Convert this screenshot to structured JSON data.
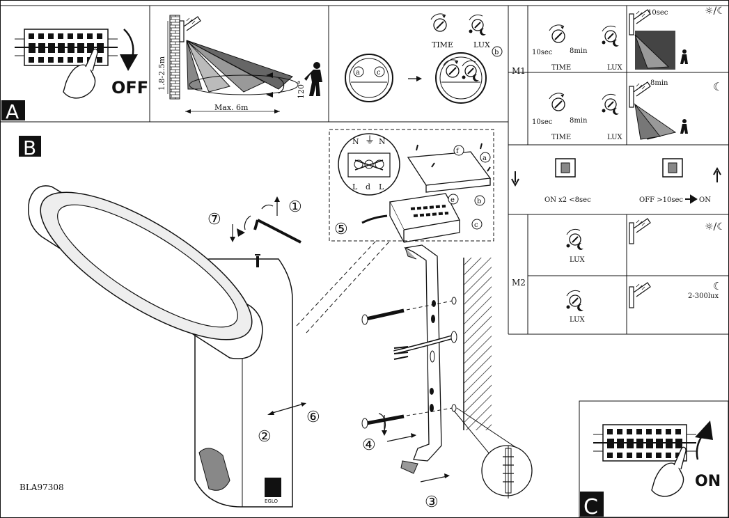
{
  "panels": {
    "a": {
      "letter": "A",
      "off_label": "OFF",
      "mount_height": "1.8-2.5m",
      "max_distance": "Max. 6m",
      "angle": "120°",
      "time_label": "TIME",
      "lux_label": "LUX",
      "marker_a": "a",
      "marker_b": "b",
      "marker_c": "c"
    },
    "b": {
      "letter": "B",
      "model": "BLA97308",
      "brand": "EGLO",
      "steps": [
        "①",
        "②",
        "③",
        "④",
        "⑤",
        "⑥",
        "⑦"
      ],
      "terminal": {
        "n1": "N",
        "n2": "N",
        "l1": "L",
        "l2": "L",
        "d": "d"
      },
      "markers": {
        "a": "a",
        "b": "b",
        "c": "c",
        "e": "e",
        "f": "f"
      }
    },
    "c": {
      "letter": "C",
      "on_label": "ON"
    }
  },
  "mode_table": {
    "m1": {
      "label": "M1",
      "row1": {
        "min": "10sec",
        "max": "8min",
        "time": "TIME",
        "lux": "LUX",
        "result": "10sec"
      },
      "row2": {
        "min": "10sec",
        "max": "8min",
        "time": "TIME",
        "lux": "LUX",
        "result": "8min"
      }
    },
    "switch": {
      "on_text": "ON x2 <8sec",
      "off_text": "OFF >10sec",
      "on_word": "ON"
    },
    "m2": {
      "label": "M2",
      "row1": {
        "lux": "LUX"
      },
      "row2": {
        "lux": "LUX",
        "range": "2-300lux"
      }
    }
  }
}
